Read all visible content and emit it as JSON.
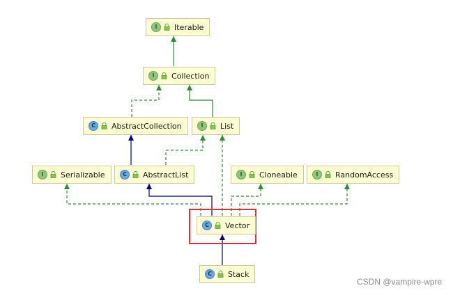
{
  "colors": {
    "implements": "#2e8b2e",
    "extends": "#000080",
    "highlight": "#e03030",
    "node_fill": "#fcfcd2"
  },
  "nodes": {
    "iterable": {
      "kind": "interface",
      "label": "Iterable"
    },
    "collection": {
      "kind": "interface",
      "label": "Collection"
    },
    "abstract_collection": {
      "kind": "class",
      "label": "AbstractCollection"
    },
    "list": {
      "kind": "interface",
      "label": "List"
    },
    "serializable": {
      "kind": "interface",
      "label": "Serializable"
    },
    "abstract_list": {
      "kind": "class",
      "label": "AbstractList"
    },
    "cloneable": {
      "kind": "interface",
      "label": "Cloneable"
    },
    "random_access": {
      "kind": "interface",
      "label": "RandomAccess"
    },
    "vector": {
      "kind": "class",
      "label": "Vector"
    },
    "stack": {
      "kind": "class",
      "label": "Stack"
    }
  },
  "badges": {
    "interface": "I",
    "class": "C"
  },
  "edges": [
    {
      "from": "Collection",
      "to": "Iterable",
      "style": "solid",
      "color": "green"
    },
    {
      "from": "AbstractCollection",
      "to": "Collection",
      "style": "dashed",
      "color": "green"
    },
    {
      "from": "List",
      "to": "Collection",
      "style": "solid",
      "color": "green"
    },
    {
      "from": "AbstractList",
      "to": "AbstractCollection",
      "style": "solid",
      "color": "navy"
    },
    {
      "from": "AbstractList",
      "to": "List",
      "style": "dashed",
      "color": "green"
    },
    {
      "from": "Vector",
      "to": "List",
      "style": "dashed",
      "color": "green"
    },
    {
      "from": "Vector",
      "to": "AbstractList",
      "style": "solid",
      "color": "navy"
    },
    {
      "from": "Vector",
      "to": "Serializable",
      "style": "dashed",
      "color": "green"
    },
    {
      "from": "Vector",
      "to": "Cloneable",
      "style": "dashed",
      "color": "green"
    },
    {
      "from": "Vector",
      "to": "RandomAccess",
      "style": "dashed",
      "color": "green"
    },
    {
      "from": "Stack",
      "to": "Vector",
      "style": "solid",
      "color": "navy"
    }
  ],
  "watermark": "CSDN @vampire-wpre"
}
